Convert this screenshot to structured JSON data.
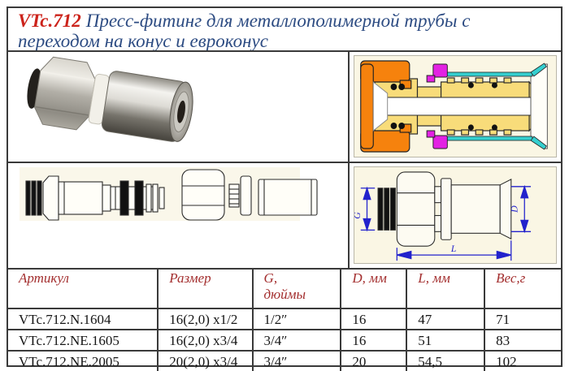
{
  "title": {
    "code": "VTc.712",
    "text": "Пресс-фитинг для металлополимерной трубы с переходом на конус и евроконус"
  },
  "drawings": {
    "dim_g": "G",
    "dim_d": "D",
    "dim_l": "L"
  },
  "colors": {
    "title_code_red": "#cc231b",
    "title_text_blue": "#2c4b82",
    "table_header_maroon": "#a32e2e",
    "panel_cream": "#faf6e4",
    "section_orange": "#f6820d",
    "section_yellow": "#f8dc7a",
    "section_magenta": "#e322e3",
    "section_cyan": "#35cfcf",
    "dimension_blue": "#2222cc",
    "grid_line": "#3a3a3a"
  },
  "table": {
    "headers": [
      {
        "l1": "Артикул",
        "l2": ""
      },
      {
        "l1": "Размер",
        "l2": ""
      },
      {
        "l1": "G,",
        "l2": "дюймы"
      },
      {
        "l1": "D, мм",
        "l2": ""
      },
      {
        "l1": "L, мм",
        "l2": ""
      },
      {
        "l1": "Вес,г",
        "l2": ""
      }
    ],
    "rows": [
      [
        "VTc.712.N.1604",
        "16(2,0) x1/2",
        "1/2″",
        "16",
        "47",
        "71"
      ],
      [
        "VTc.712.NE.1605",
        "16(2,0) x3/4",
        "3/4″",
        "16",
        "51",
        "83"
      ],
      [
        "VTc.712.NE.2005",
        "20(2,0) x3/4",
        "3/4″",
        "20",
        "54,5",
        "102"
      ]
    ]
  }
}
